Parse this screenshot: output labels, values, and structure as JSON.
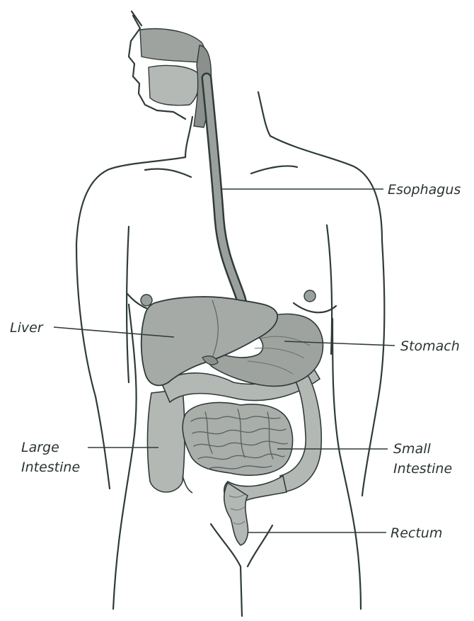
{
  "labels": {
    "esophagus": "Esophagus",
    "liver": "Liver",
    "stomach": "Stomach",
    "large_intestine_1": "Large",
    "large_intestine_2": "Intestine",
    "small_intestine_1": "Small",
    "small_intestine_2": "Intestine",
    "rectum": "Rectum"
  },
  "colors": {
    "outline": "#2f3b3a",
    "organ_fill": "#a9aeab",
    "organ_dark": "#7f8582",
    "organ_light": "#c9cdca",
    "label_text": "#2a3433",
    "background": "#ffffff"
  }
}
